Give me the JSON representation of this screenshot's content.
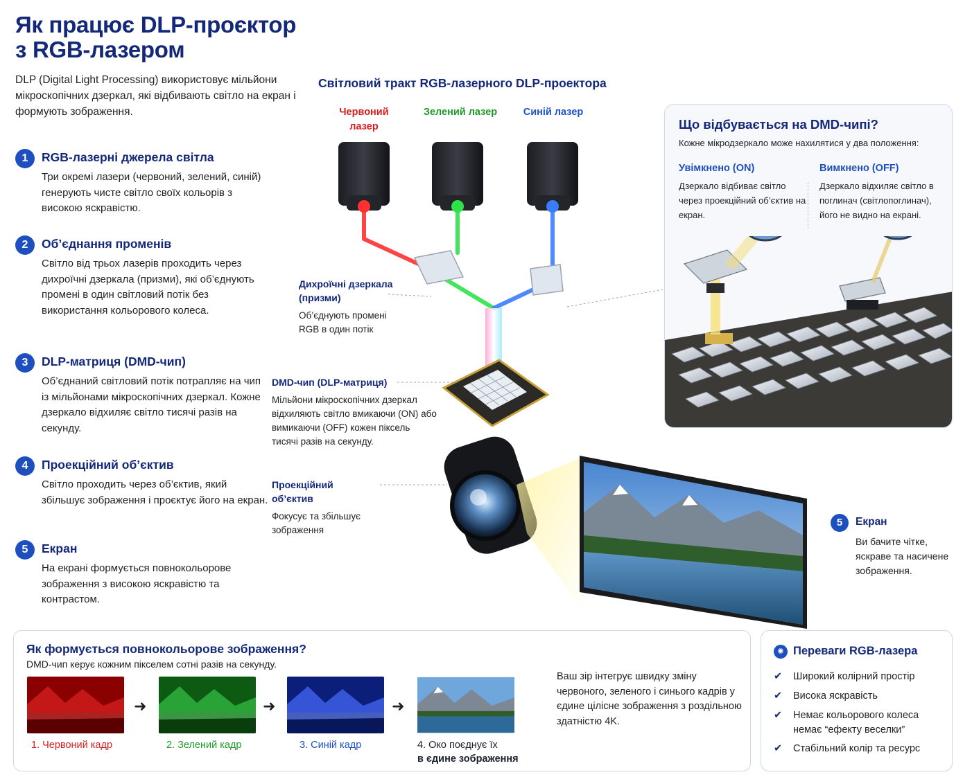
{
  "title": [
    "Як працює DLP-проєктор",
    "з RGB-лазером"
  ],
  "intro": "DLP (Digital Light Processing) використовує мільйони мікроскопічних дзеркал, які відбивають світло на екран і формують зображення.",
  "steps": [
    {
      "num": "1",
      "title": "RGB-лазерні джерела світла",
      "body": "Три окремі лазери (червоний, зелений, синій) генерують чисте світло своїх кольорів з високою яскравістю."
    },
    {
      "num": "2",
      "title": "Об’єднання променів",
      "body": "Світло від трьох лазерів проходить через дихроїчні дзеркала (призми), які об’єднують промені в один світловий потік без використання кольорового колеса."
    },
    {
      "num": "3",
      "title": "DLP-матриця (DMD-чип)",
      "body": "Об’єднаний світловий потік потрапляє на чип із мільйонами мікроскопічних дзеркал. Кожне дзеркало відхиляє світло тисячі разів на секунду."
    },
    {
      "num": "4",
      "title": "Проекційний об’єктив",
      "body": "Світло проходить через об’єктив, який збільшує зображення і проєктує його на екран."
    },
    {
      "num": "5",
      "title": "Екран",
      "body": "На екрані формується повнокольорове зображення з високою яскравістю та контрастом."
    }
  ],
  "diagram": {
    "title": "Світловий тракт RGB-лазерного DLP-проектора",
    "lasers": [
      {
        "label": "Червоний лазер",
        "color": "#d42020"
      },
      {
        "label": "Зелений лазер",
        "color": "#1f9a2a"
      },
      {
        "label": "Синій лазер",
        "color": "#1e50c8"
      }
    ],
    "mirrors_callout": {
      "title": "Дихроїчні дзеркала (призми)",
      "body": "Об’єднують промені RGB в один потік"
    },
    "dmd_callout": {
      "title": "DMD-чип (DLP-матриця)",
      "body": "Мільйони мікроскопічних дзеркал відхиляють світло вмикаючи (ON) або вимикаючи (OFF) кожен піксель тисячі разів на секунду."
    },
    "lens_callout": {
      "title": "Проекційний об’єктив",
      "body": "Фокусує та збільшує зображення"
    },
    "screen_callout": {
      "num": "5",
      "title": "Екран",
      "body": "Ви бачите чітке, яскраве та насичене зображення."
    }
  },
  "dmd_panel": {
    "title": "Що відбувається на DMD-чипі?",
    "subtitle": "Кожне мікродзеркало може нахилятися у два положення:",
    "on": {
      "title": "Увімкнено (ON)",
      "body": "Дзеркало відбиває світло через проекційний об’єктив на екран."
    },
    "off": {
      "title": "Вимкнено (OFF)",
      "body": "Дзеркало відхиляє світло в поглинач (світлопоглинач), його не видно на екрані."
    }
  },
  "bottom": {
    "title": "Як формується повнокольорове зображення?",
    "subtitle": "DMD-чип керує кожним пікселем сотні разів на секунду.",
    "frames": [
      {
        "label": "1. Червоний кадр",
        "color": "#d42020"
      },
      {
        "label": "2. Зелений кадр",
        "color": "#1f9a2a"
      },
      {
        "label": "3. Синій кадр",
        "color": "#1e50c8"
      },
      {
        "label": "4. Око поєднує їх",
        "label2": "в єдине зображення",
        "color": "#1a1f2e"
      }
    ],
    "description": "Ваш зір інтегрує швидку зміну червоного, зеленого і синього кадрів у єдине цілісне зображення з роздільною здатністю 4K."
  },
  "advantages": {
    "title": "Переваги RGB-лазера",
    "items": [
      "Широкий колірний простір",
      "Висока яскравість",
      "Немає кольорового колеса немає “ефекту веселки”",
      "Стабільний колір та ресурс"
    ]
  }
}
